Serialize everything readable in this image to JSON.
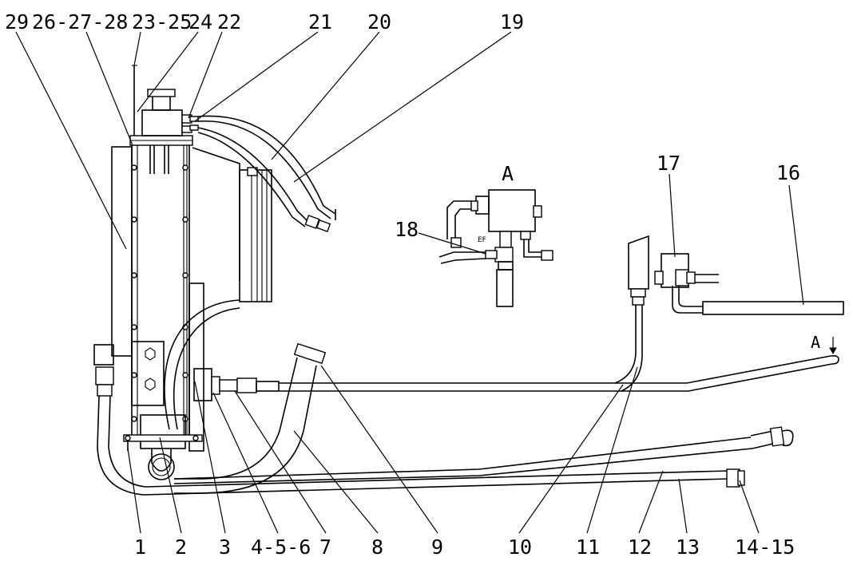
{
  "callouts": {
    "c29": "29",
    "c26_27_28": "26-27-28",
    "c23_25": "23-25",
    "c24": "24",
    "c22": "22",
    "c21": "21",
    "c20": "20",
    "c19": "19",
    "c17": "17",
    "c16": "16",
    "c18": "18",
    "c1": "1",
    "c2": "2",
    "c3": "3",
    "c4_5_6": "4-5-6",
    "c7": "7",
    "c8": "8",
    "c9": "9",
    "c10": "10",
    "c11": "11",
    "c12": "12",
    "c13": "13",
    "c14_15": "14-15"
  },
  "view_label": "A",
  "section_marker": "A",
  "fitting_mark": "EF"
}
